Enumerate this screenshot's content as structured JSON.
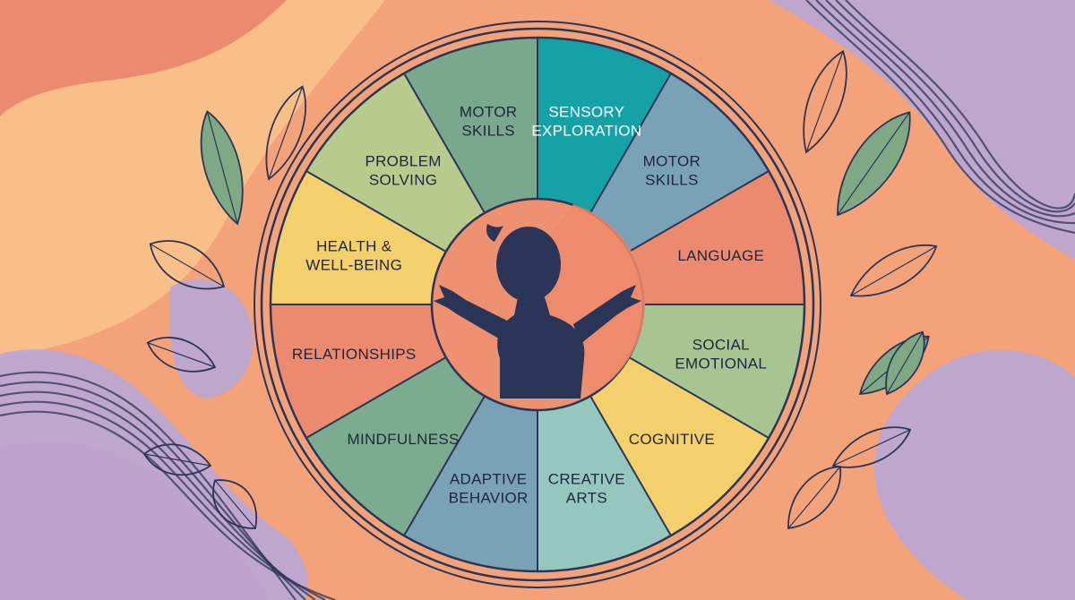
{
  "colors": {
    "outline": "#2b3557",
    "silhouette": "#2b3557",
    "center_left": "#ee9170",
    "center_right": "#ef8a6c",
    "label_dark": "#1f2540",
    "label_light": "#ffffff",
    "bg_base": "#f3a27a",
    "bg_peach": "#f8c088",
    "bg_coral": "#ec8a6f",
    "bg_lavender": "#b9a6d6",
    "leaf_green": "#7fa985"
  },
  "segments": [
    {
      "lines": [
        "SENSORY",
        "EXPLORATION"
      ],
      "color": "#14a2a6",
      "text_color": "#ffffff"
    },
    {
      "lines": [
        "MOTOR",
        "SKILLS"
      ],
      "color": "#7aa2b6",
      "text_color": "#1f2540"
    },
    {
      "lines": [
        "LANGUAGE"
      ],
      "color": "#ec8a70",
      "text_color": "#1f2540"
    },
    {
      "lines": [
        "SOCIAL",
        "EMOTIONAL"
      ],
      "color": "#a7c590",
      "text_color": "#1f2540"
    },
    {
      "lines": [
        "COGNITIVE"
      ],
      "color": "#f3d06b",
      "text_color": "#1f2540"
    },
    {
      "lines": [
        "CREATIVE",
        "ARTS"
      ],
      "color": "#95c7bf",
      "text_color": "#1f2540"
    },
    {
      "lines": [
        "ADAPTIVE",
        "BEHAVIOR"
      ],
      "color": "#7aa2b6",
      "text_color": "#1f2540"
    },
    {
      "lines": [
        "MINDFULNESS"
      ],
      "color": "#7bac8f",
      "text_color": "#1f2540"
    },
    {
      "lines": [
        "RELATIONSHIPS"
      ],
      "color": "#ec8a70",
      "text_color": "#1f2540"
    },
    {
      "lines": [
        "HEALTH &",
        "WELL-BEING"
      ],
      "color": "#f3d06b",
      "text_color": "#1f2540"
    },
    {
      "lines": [
        "PROBLEM",
        "SOLVING"
      ],
      "color": "#b6cb8c",
      "text_color": "#1f2540"
    },
    {
      "lines": [
        "MOTOR",
        "SKILLS"
      ],
      "color": "#7aa88c",
      "text_color": "#1f2540"
    }
  ]
}
